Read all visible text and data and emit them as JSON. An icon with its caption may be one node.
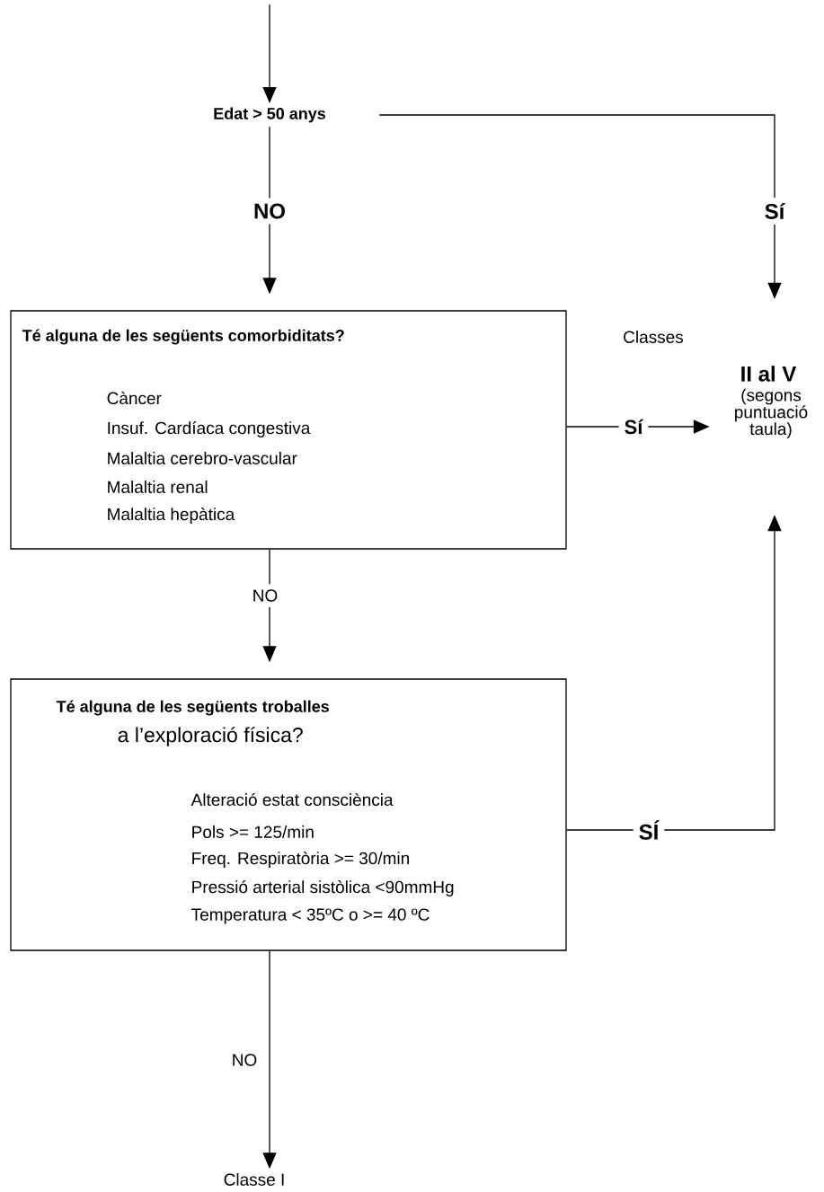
{
  "diagram": {
    "nodes": [
      {
        "text": [
          "Edat > 50 anys"
        ]
      },
      {
        "text": [
          "Té alguna de les següents comorbiditats?",
          "Càncer",
          "Insuf. Cardíaca congestiva",
          "Malaltia cerebro-vascular",
          "Malaltia renal",
          "Malaltia hepàtica"
        ]
      },
      {
        "text": [
          "Té alguna de les següents troballes",
          "a l’exploració física?",
          "Alteració estat consciència",
          "Pols >= 125/min",
          "Freq. Respiratòria >= 30/min",
          "Pressió arterial sistòlica <90mmHg",
          "Temperatura < 35ºC o >= 40 ºC"
        ]
      },
      {
        "text": [
          "Classes",
          "II al V",
          "(segons puntuació taula)"
        ]
      },
      {
        "text": [
          "Classe I"
        ]
      }
    ],
    "edges": [
      {
        "from": null,
        "to": 0,
        "arrow": "to"
      },
      {
        "from": 0,
        "to": 1,
        "arrow": "to",
        "label": "NO"
      },
      {
        "from": 0,
        "to": 3,
        "arrow": "to",
        "label": "Sí"
      },
      {
        "from": 1,
        "to": 3,
        "arrow": "to",
        "label": "Sí"
      },
      {
        "from": 1,
        "to": 2,
        "arrow": "to",
        "label": "NO"
      },
      {
        "from": 2,
        "to": 3,
        "arrow": "to",
        "label": "SÍ"
      },
      {
        "from": 2,
        "to": 4,
        "arrow": "to",
        "label": "NO"
      }
    ]
  }
}
